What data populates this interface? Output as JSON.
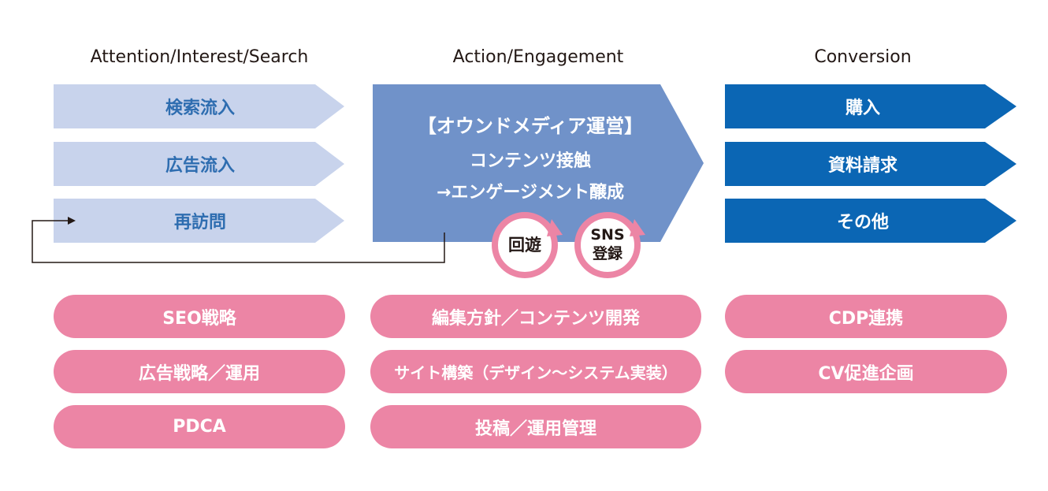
{
  "columns": [
    {
      "heading": "Attention/Interest/Search",
      "stages": [
        "検索流入",
        "広告流入",
        "再訪問"
      ]
    },
    {
      "heading": "Action/Engagement"
    },
    {
      "heading": "Conversion",
      "stages": [
        "購入",
        "資料請求",
        "その他"
      ]
    }
  ],
  "owned_media": {
    "title": "【オウンドメディア運営】",
    "line1": "コンテンツ接触",
    "line2": "→エンゲージメント醸成"
  },
  "cycles": [
    {
      "label": "回遊"
    },
    {
      "label_line1": "SNS",
      "label_line2": "登録"
    }
  ],
  "tasks": {
    "left": [
      "SEO戦略",
      "広告戦略／運用",
      "PDCA"
    ],
    "middle": [
      "編集方針／コンテンツ開発",
      "サイト構築（デザイン〜システム実装）",
      "投稿／運用管理"
    ],
    "right": [
      "CDP連携",
      "CV促進企画"
    ]
  },
  "colors": {
    "light_arrow": "#c8d3ec",
    "mid_arrow": "#7092c9",
    "dark_arrow": "#0b66b4",
    "pill": "#ec85a5",
    "cycle_ring": "#ec85a5"
  }
}
